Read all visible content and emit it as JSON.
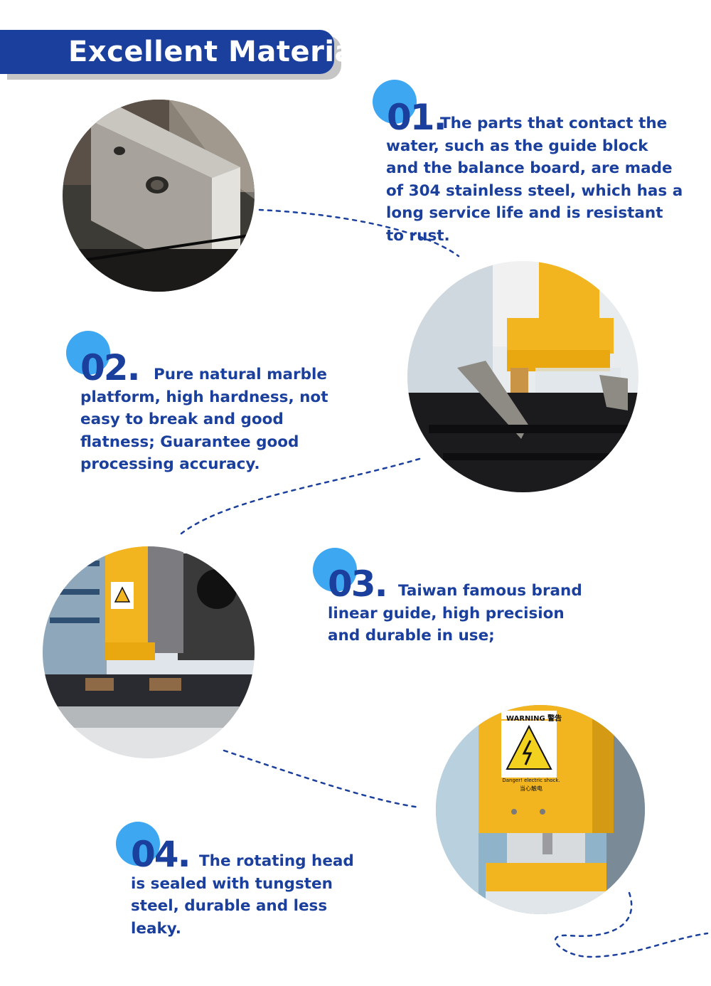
{
  "header": {
    "title": "Excellent Material"
  },
  "steps": [
    {
      "number": "01.",
      "text": "The parts that contact the water, such as the guide block and the balance board, are made of 304 stainless steel, which has a long service life and is resistant to rust."
    },
    {
      "number": "02.",
      "text": "Pure natural marble platform, high hardness, not easy to break and good flatness; Guarantee good processing accuracy."
    },
    {
      "number": "03.",
      "text": "Taiwan famous brand linear guide, high precision and durable in use;"
    },
    {
      "number": "04.",
      "text": "The rotating head is sealed with tungsten steel, durable and less leaky."
    }
  ],
  "photo_warning": {
    "label": "WARNING 警告",
    "caption1": "Danger! electric shock.",
    "caption2": "当心触电"
  },
  "colors": {
    "brand_blue": "#1a3f9c",
    "accent_blue": "#3ea7f1",
    "machine_yellow": "#f2b51f"
  }
}
